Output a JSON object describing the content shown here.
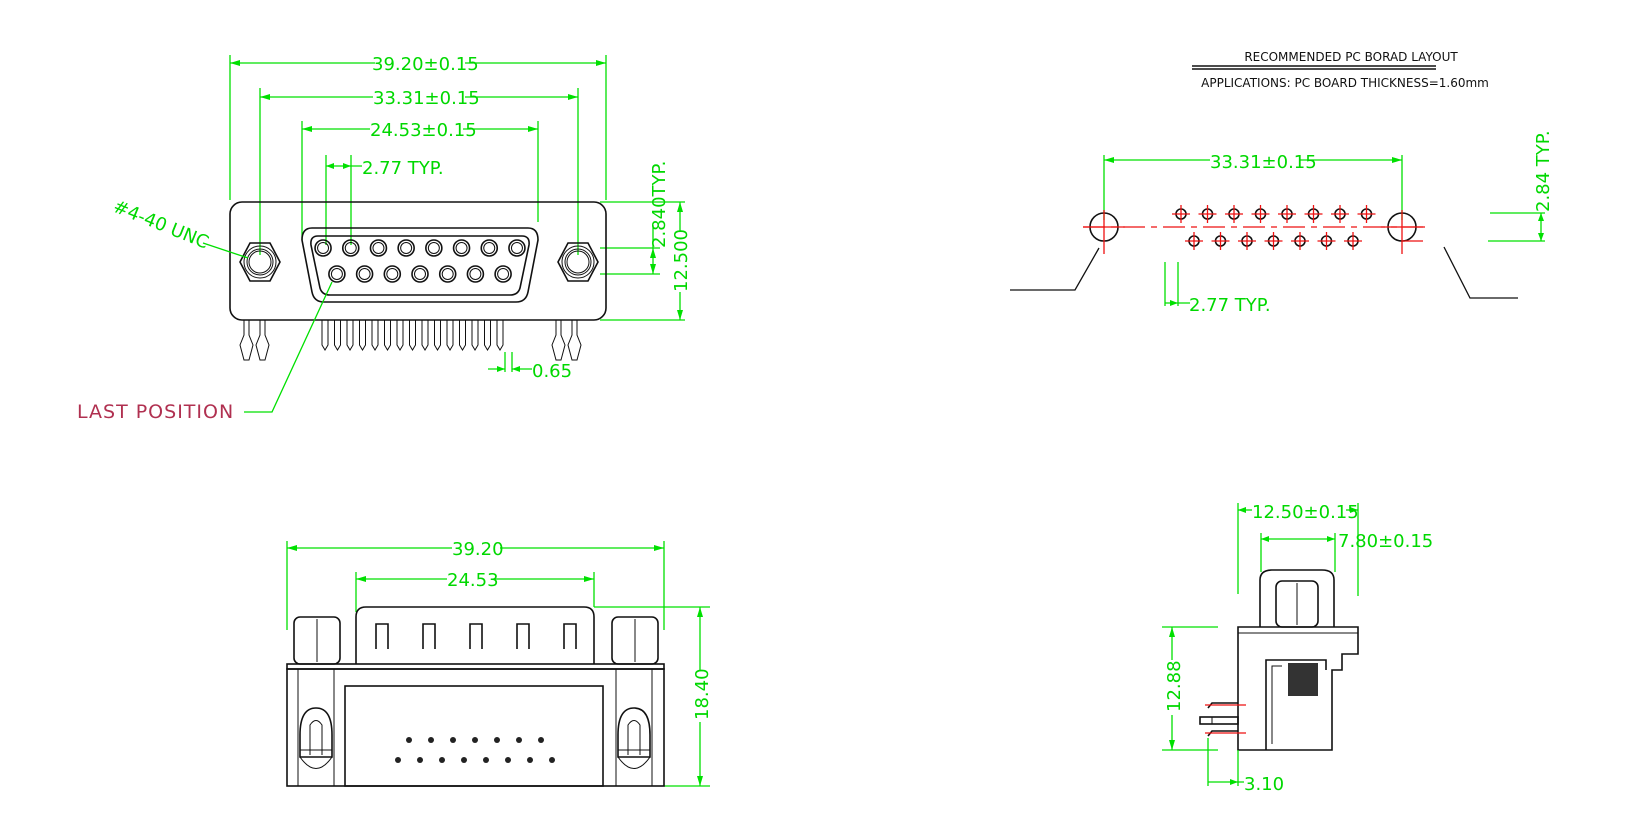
{
  "drawing": {
    "title": "D-SUB 15 Female Right Angle Connector Drawing",
    "colors": {
      "dimension": "#00e000",
      "outline": "#111111",
      "centerline": "#ee1111",
      "callout": "#b03050"
    }
  },
  "front_view": {
    "dim_overall": "39.20±0.15",
    "dim_mount_holes": "33.31±0.15",
    "dim_shell": "24.53±0.15",
    "dim_pitch": "2.77 TYP.",
    "dim_row_spacing": "2.840TYP.",
    "dim_height": "12.500",
    "dim_pin_width": "0.65",
    "thread_callout": "#4-40 UNC",
    "last_position_callout": "LAST POSITION",
    "pin_rows": [
      8,
      7
    ]
  },
  "pcb_layout": {
    "title": "RECOMMENDED PC BORAD LAYOUT",
    "subtitle": "APPLICATIONS: PC BOARD THICKNESS=1.60mm",
    "dim_mount_holes": "33.31±0.15",
    "dim_pitch": "2.77 TYP.",
    "dim_row_spacing": "2.84 TYP.",
    "hole_rows": [
      8,
      7
    ]
  },
  "bottom_view": {
    "dim_overall": "39.20",
    "dim_shell": "24.53",
    "dim_height": "18.40",
    "slot_count": 5,
    "pin_rows": [
      7,
      8
    ]
  },
  "side_view": {
    "dim_depth": "12.50±0.15",
    "dim_shell_depth": "7.80±0.15",
    "dim_height": "12.88",
    "dim_pin_offset": "3.10"
  }
}
